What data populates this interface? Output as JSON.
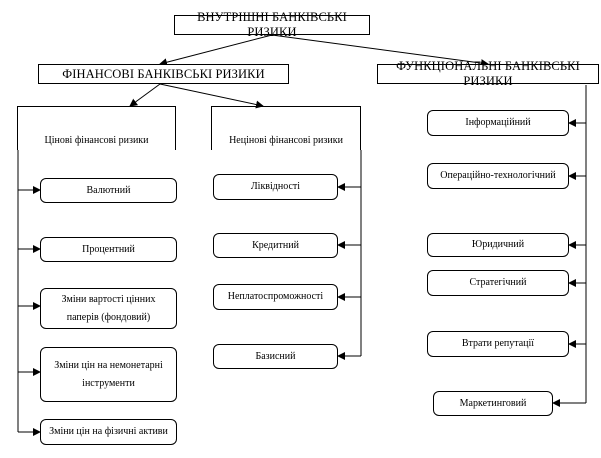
{
  "root": {
    "label": "ВНУТРІШНІ БАНКІВСЬКІ РИЗИКИ"
  },
  "financial": {
    "label": "ФІНАНСОВІ БАНКІВСЬКІ РИЗИКИ",
    "price": {
      "label": "Цінові фінансові ризики",
      "items": [
        "Валютний",
        "Процентний",
        "Зміни вартості цінних паперів (фондовий)",
        "Зміни цін на немонетарні інструменти",
        "Зміни цін на фізичні активи"
      ]
    },
    "nonprice": {
      "label": "Нецінові фінансові ризики",
      "items": [
        "Ліквідності",
        "Кредитний",
        "Неплатоспроможності",
        "Базисний"
      ]
    }
  },
  "functional": {
    "label": "ФУНКЦІОНАЛЬНІ БАНКІВСЬКІ РИЗИКИ",
    "items": [
      "Інформаційний",
      "Операційно-технологічний",
      "Юридичний",
      "Стратегічний",
      "Втрати репутації",
      "Маркетинговий"
    ]
  }
}
